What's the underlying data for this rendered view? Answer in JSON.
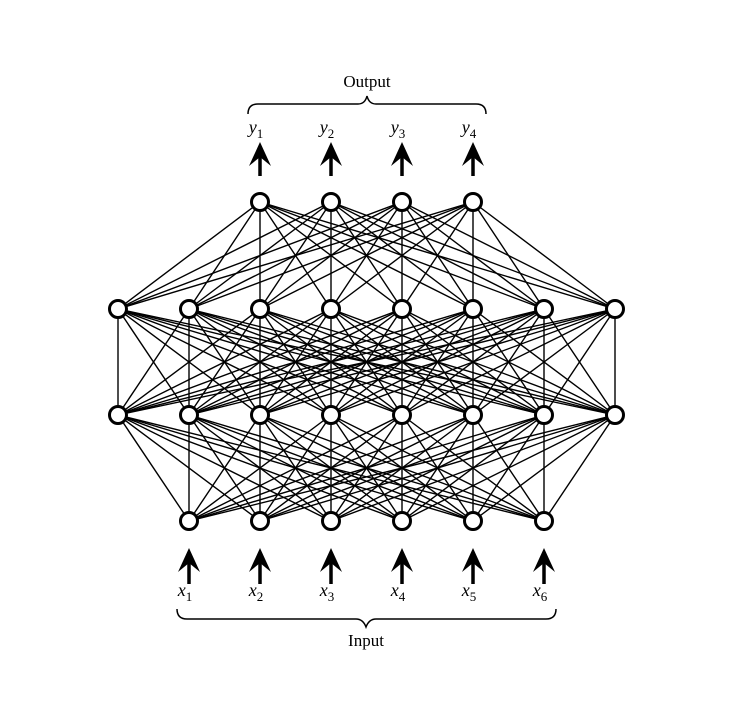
{
  "title_output": "Output",
  "title_input": "Input",
  "colors": {
    "stroke": "#000000",
    "node_fill": "#ffffff"
  },
  "layers": [
    {
      "name": "input",
      "size": 6
    },
    {
      "name": "hidden-1",
      "size": 8
    },
    {
      "name": "hidden-2",
      "size": 8
    },
    {
      "name": "output",
      "size": 4
    }
  ],
  "connectivity": "fully-connected",
  "output_labels": [
    {
      "v": "y",
      "s": "1"
    },
    {
      "v": "y",
      "s": "2"
    },
    {
      "v": "y",
      "s": "3"
    },
    {
      "v": "y",
      "s": "4"
    }
  ],
  "input_labels": [
    {
      "v": "x",
      "s": "1"
    },
    {
      "v": "x",
      "s": "2"
    },
    {
      "v": "x",
      "s": "3"
    },
    {
      "v": "x",
      "s": "4"
    },
    {
      "v": "x",
      "s": "5"
    },
    {
      "v": "x",
      "s": "6"
    }
  ]
}
